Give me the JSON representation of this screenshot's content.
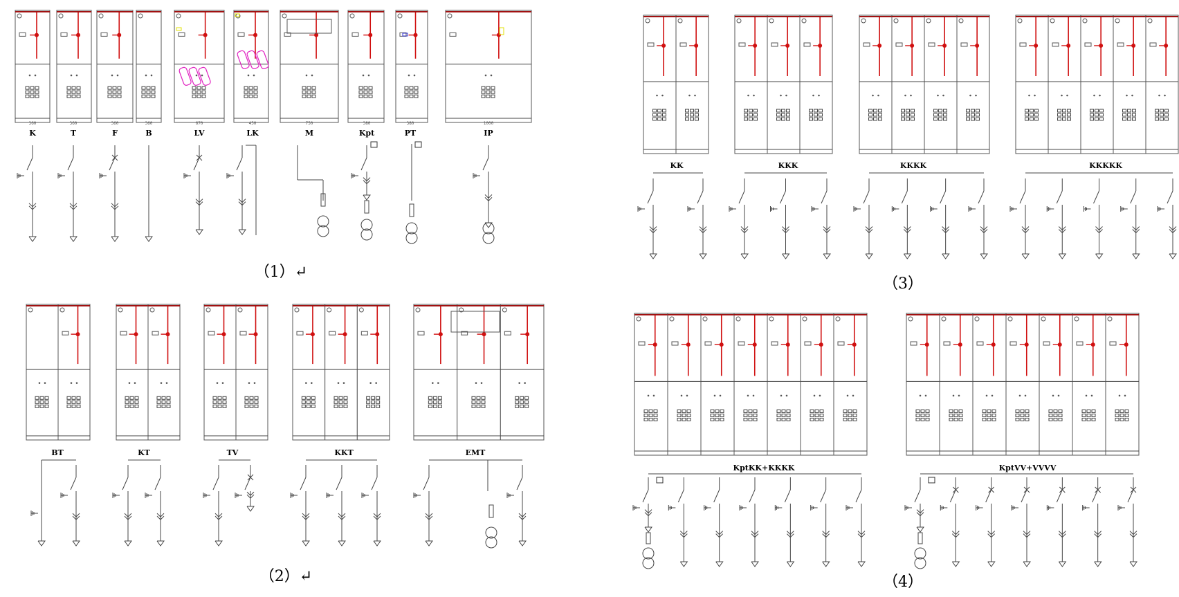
{
  "groups": [
    {
      "id": "g1",
      "caption": "（1）↵",
      "units": [
        {
          "label": "K",
          "width": "360"
        },
        {
          "label": "T",
          "width": "360"
        },
        {
          "label": "F",
          "width": "360"
        },
        {
          "label": "B",
          "width": "360"
        },
        {
          "label": "LV",
          "width": "670"
        },
        {
          "label": "LK",
          "width": "450"
        },
        {
          "label": "M",
          "width": "750"
        },
        {
          "label": "Kpt",
          "width": "380"
        },
        {
          "label": "PT",
          "width": "380"
        },
        {
          "label": "IP",
          "width": "1000"
        }
      ]
    },
    {
      "id": "g2",
      "caption": "（2）↵",
      "units": [
        {
          "label": "BT"
        },
        {
          "label": "KT"
        },
        {
          "label": "TV"
        },
        {
          "label": "KKT"
        },
        {
          "label": "EMT"
        }
      ]
    },
    {
      "id": "g3",
      "caption": "（3）",
      "units": [
        {
          "label": "KK"
        },
        {
          "label": "KKK"
        },
        {
          "label": "KKKK"
        },
        {
          "label": "KKKKK"
        }
      ]
    },
    {
      "id": "g4",
      "caption": "（4）",
      "units": [
        {
          "label": "KptKK+KKKK"
        },
        {
          "label": "KptVV+VVVV"
        }
      ]
    }
  ],
  "colors": {
    "line": "#444444",
    "busbar": "#a01010",
    "switch_red": "#d01010",
    "fuse_magenta": "#e020c0",
    "indicator_yellow": "#e0e000",
    "indicator_blue": "#3030d0"
  }
}
